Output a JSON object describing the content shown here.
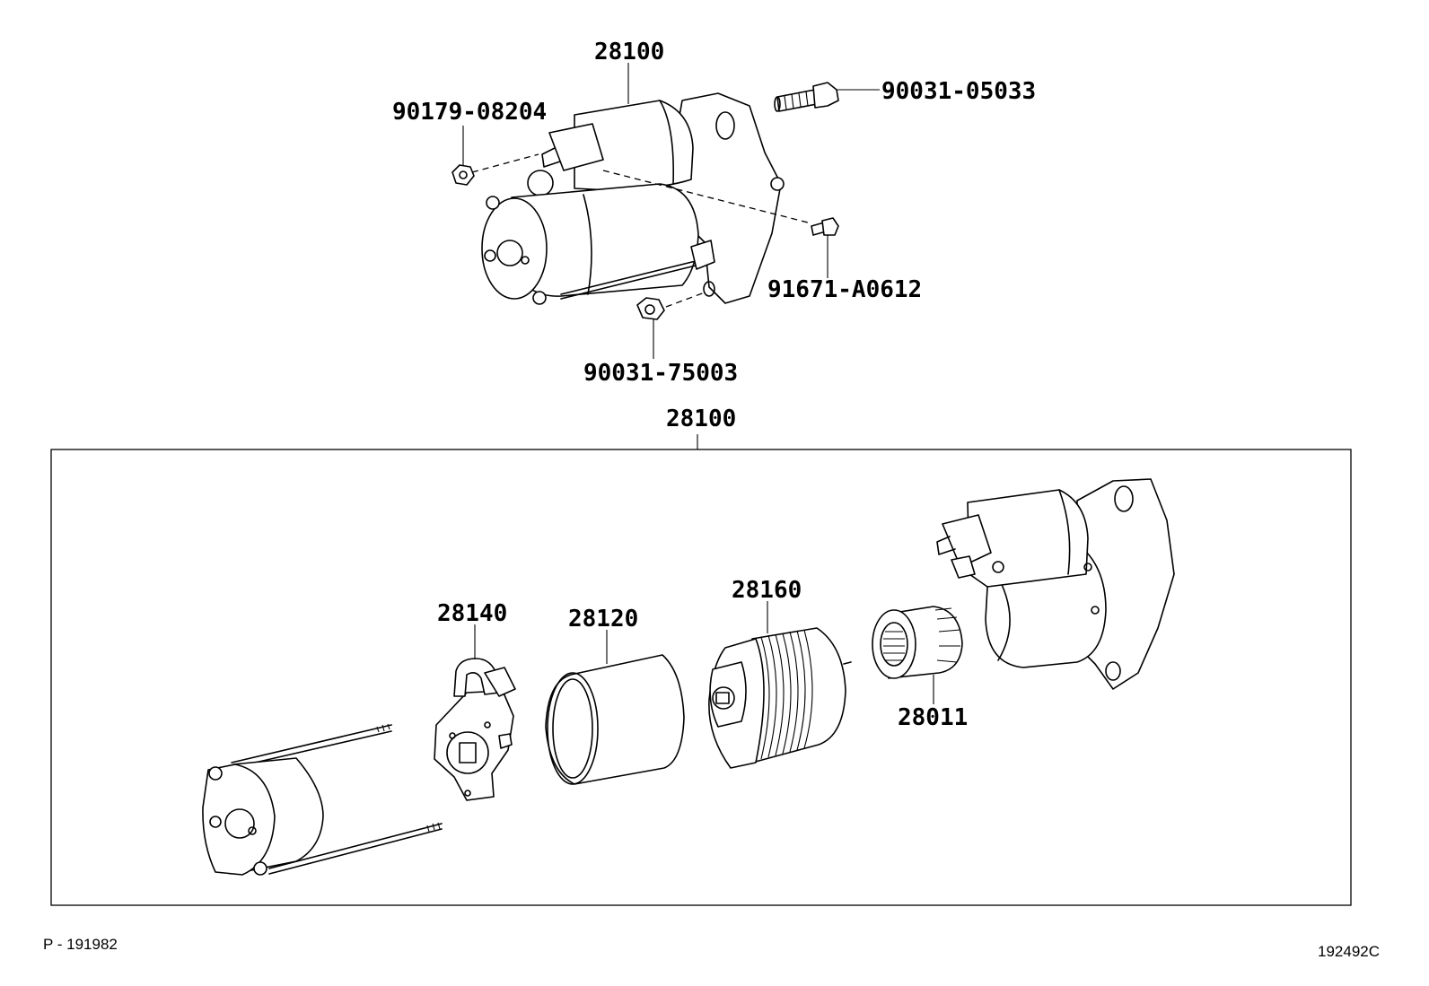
{
  "assembly": {
    "top_part_number": "28100",
    "frame_part_number": "28100"
  },
  "callouts": {
    "bolt_upper": "90031-05033",
    "nut_terminal": "90179-08204",
    "bolt_small": "91671-A0612",
    "nut_lower": "90031-75003"
  },
  "components": {
    "brush_holder": "28140",
    "yoke": "28120",
    "armature": "28160",
    "clutch": "28011"
  },
  "footer": {
    "page_ref": "P - 191982",
    "illustration_id": "192492C"
  }
}
